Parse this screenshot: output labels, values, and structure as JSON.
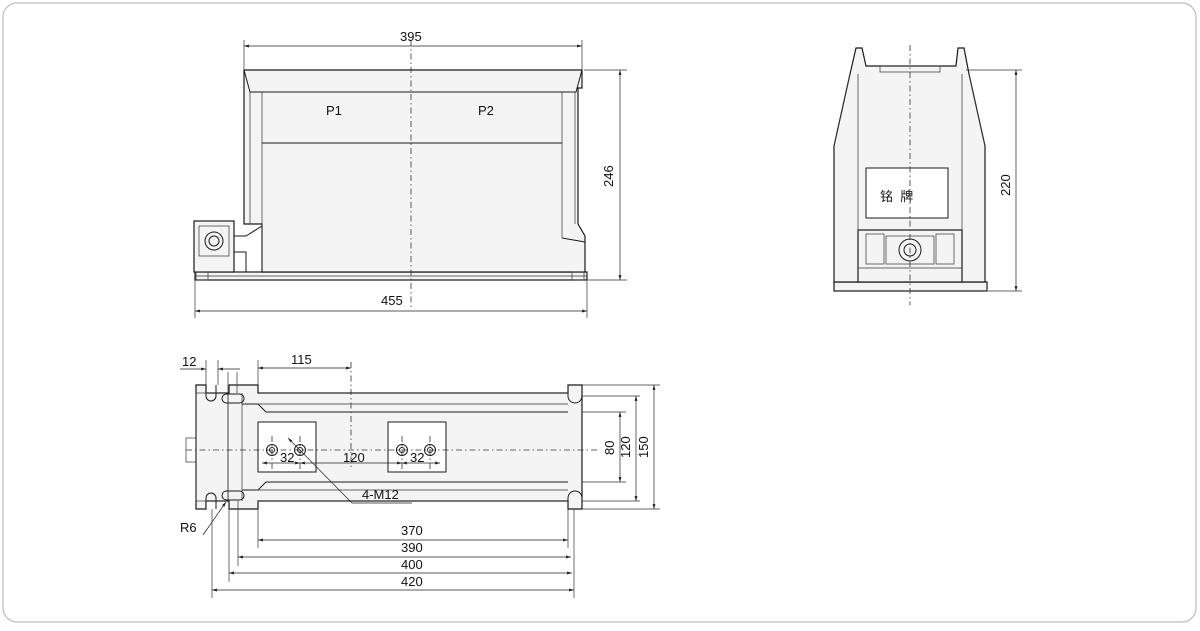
{
  "front_view": {
    "dims": {
      "width_top": "395",
      "height": "246",
      "width_base": "455"
    },
    "labels": {
      "p1": "P1",
      "p2": "P2"
    }
  },
  "side_view": {
    "nameplate": "铭  牌",
    "dims": {
      "height": "220"
    }
  },
  "plan_view": {
    "dims": {
      "d12": "12",
      "d115": "115",
      "d32a": "32",
      "d120c": "120",
      "d32b": "32",
      "d80": "80",
      "d120": "120",
      "d150": "150",
      "d370": "370",
      "d390": "390",
      "d400": "400",
      "d420": "420"
    },
    "callouts": {
      "bolts": "4-M12",
      "radius": "R6"
    }
  }
}
